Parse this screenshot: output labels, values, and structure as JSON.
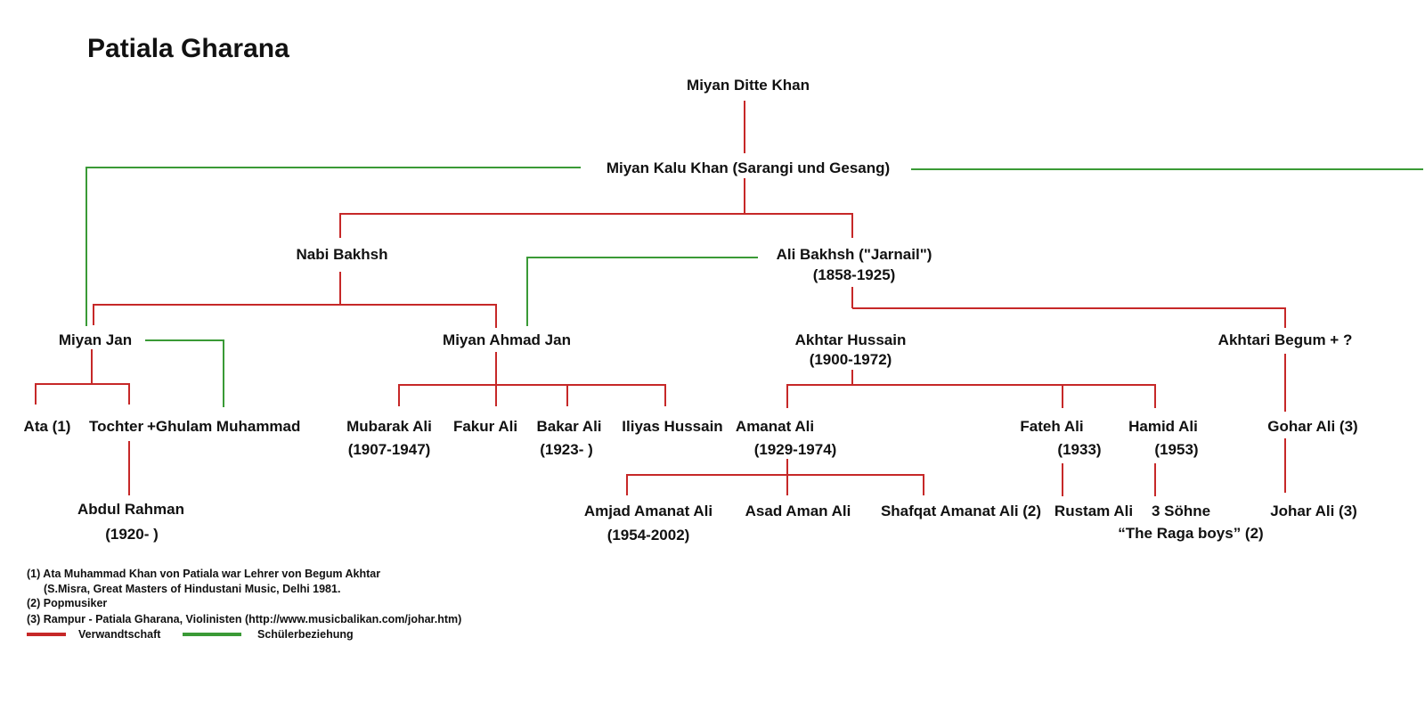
{
  "title": "Patiala Gharana",
  "colors": {
    "kinship": "#c62828",
    "student": "#3a9a36"
  },
  "people": {
    "ditte": "Miyan Ditte Khan",
    "kalu": "Miyan Kalu Khan (Sarangi und Gesang)",
    "nabi": "Nabi Bakhsh",
    "ali_bakhsh": "Ali Bakhsh (\"Jarnail\")",
    "ali_bakhsh_years": "(1858-1925)",
    "miyan_jan": "Miyan Jan",
    "ahmad_jan": "Miyan Ahmad Jan",
    "akhtar_hussain": "Akhtar Hussain",
    "akhtar_hussain_years": "(1900-1972)",
    "akhtari_begum": "Akhtari Begum + ?",
    "ata": "Ata (1)",
    "tochter": "Tochter",
    "ghulam": "+Ghulam Muhammad",
    "mubarak": "Mubarak Ali",
    "mubarak_years": "(1907-1947)",
    "fakur": "Fakur Ali",
    "bakar": "Bakar Ali",
    "bakar_years": "(1923- )",
    "iliyas": "Iliyas Hussain",
    "amanat": "Amanat Ali",
    "amanat_years": "(1929-1974)",
    "fateh": "Fateh Ali",
    "fateh_years": "(1933)",
    "hamid": "Hamid Ali",
    "hamid_years": "(1953)",
    "gohar": "Gohar Ali (3)",
    "abdul": "Abdul Rahman",
    "abdul_years": "(1920-  )",
    "amjad": "Amjad Amanat Ali",
    "amjad_years": "(1954-2002)",
    "asad": "Asad Aman Ali",
    "shafqat": "Shafqat Amanat Ali (2)",
    "rustam": "Rustam Ali",
    "sohne": "3 Söhne",
    "raga_boys": "“The Raga boys” (2)",
    "johar": "Johar Ali (3)"
  },
  "footnotes": {
    "n1": "(1) Ata Muhammad Khan von Patiala war Lehrer von Begum Akhtar",
    "n1b": "(S.Misra, Great Masters of Hindustani Music, Delhi 1981.",
    "n2": "(2) Popmusiker",
    "n3": "(3) Rampur - Patiala Gharana, Violinisten (http://www.musicbalikan.com/johar.htm)"
  },
  "legend": {
    "kinship_label": "Verwandtschaft",
    "student_label": "Schülerbeziehung"
  }
}
